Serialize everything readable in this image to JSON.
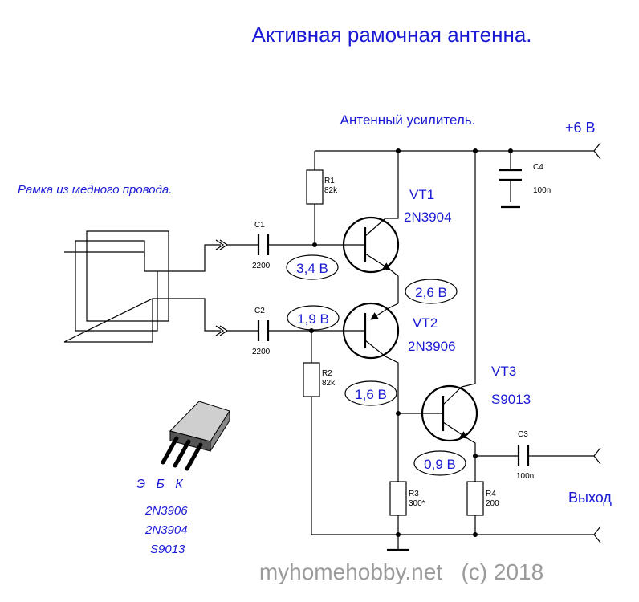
{
  "title": "Активная рамочная антенна.",
  "amplifier_label": "Антенный усилитель.",
  "loop_label": "Рамка из медного провода.",
  "supply": "+6 В",
  "output": "Выход",
  "components": {
    "r1": {
      "name": "R1",
      "value": "82k"
    },
    "r2": {
      "name": "R2",
      "value": "82k"
    },
    "r3": {
      "name": "R3",
      "value": "300*"
    },
    "r4": {
      "name": "R4",
      "value": "200"
    },
    "c1": {
      "name": "C1",
      "value": "2200"
    },
    "c2": {
      "name": "C2",
      "value": "2200"
    },
    "c3": {
      "name": "C3",
      "value": "100n"
    },
    "c4": {
      "name": "C4",
      "value": "100n"
    }
  },
  "transistors": {
    "vt1": {
      "name": "VT1",
      "type": "2N3904"
    },
    "vt2": {
      "name": "VT2",
      "type": "2N3906"
    },
    "vt3": {
      "name": "VT3",
      "type": "S9013"
    }
  },
  "voltages": {
    "v1": "3,4 В",
    "v2": "2,6 В",
    "v3": "1,9 В",
    "v4": "1,6 В",
    "v5": "0,9 В"
  },
  "pinout": {
    "pins": "Э   Б   К",
    "models": [
      "2N3906",
      "2N3904",
      "S9013"
    ]
  },
  "footer": "myhomehobby.net   (c) 2018"
}
